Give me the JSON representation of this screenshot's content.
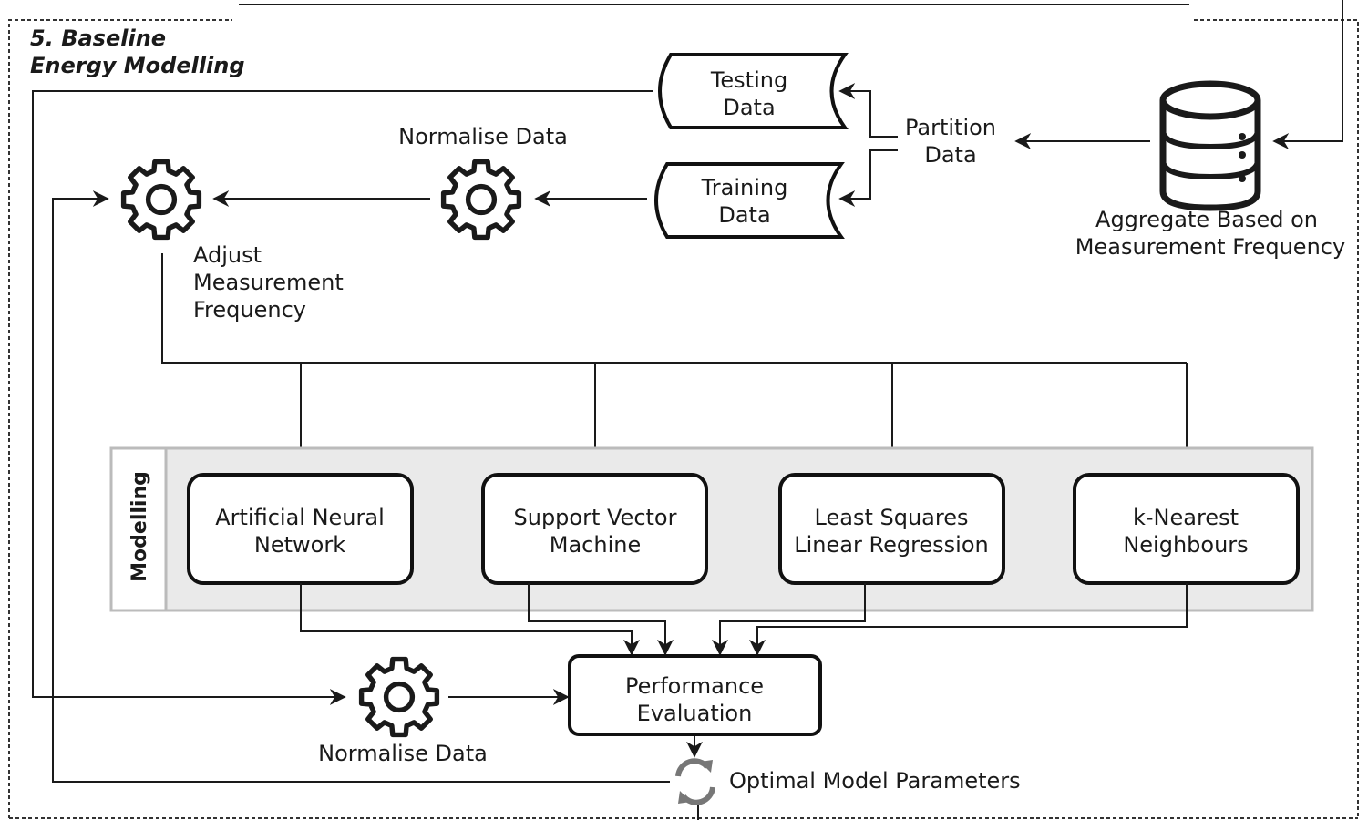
{
  "section": {
    "number": "5.",
    "title_line1": "Baseline",
    "title_line2": "Energy Modelling"
  },
  "aggregate": {
    "line1": "Aggregate Based on",
    "line2": "Measurement Frequency",
    "icon": "database-icon"
  },
  "partition": {
    "line1": "Partition",
    "line2": "Data"
  },
  "testing": {
    "line1": "Testing",
    "line2": "Data"
  },
  "training": {
    "line1": "Training",
    "line2": "Data"
  },
  "normalise_top": {
    "label": "Normalise Data",
    "icon": "gear-icon"
  },
  "adjust": {
    "line1": "Adjust",
    "line2": "Measurement",
    "line3": "Frequency",
    "icon": "gear-icon"
  },
  "modelling": {
    "label": "Modelling",
    "models": [
      {
        "line1": "Artificial Neural",
        "line2": "Network"
      },
      {
        "line1": "Support Vector",
        "line2": "Machine"
      },
      {
        "line1": "Least Squares",
        "line2": "Linear Regression"
      },
      {
        "line1": "k-Nearest",
        "line2": "Neighbours"
      }
    ]
  },
  "performance": {
    "line1": "Performance",
    "line2": "Evaluation"
  },
  "normalise_bottom": {
    "label": "Normalise Data",
    "icon": "gear-icon"
  },
  "optimal": {
    "label": "Optimal Model Parameters",
    "icon": "refresh-icon"
  },
  "colors": {
    "ink": "#1a1a1a",
    "panel_fill": "#eaeaea",
    "panel_border": "#bbbbbb"
  }
}
